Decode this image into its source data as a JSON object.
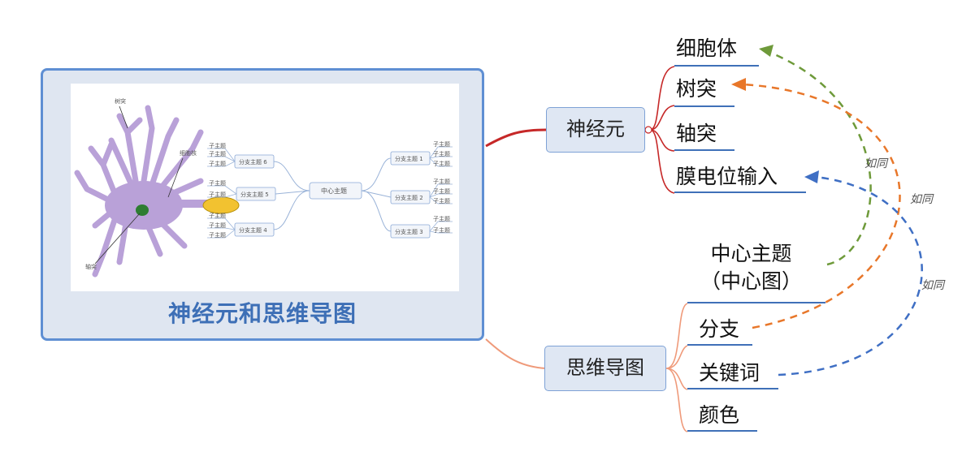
{
  "diagram": {
    "central": {
      "title": "神经元和思维导图",
      "neuron_labels": [
        "树突",
        "细胞核",
        "轴突"
      ],
      "mindmap_center": "中心主题",
      "mindmap_branches": [
        "分支主题 1",
        "分支主题 2",
        "分支主题 3",
        "分支主题 4",
        "分支主题 5",
        "分支主题 6"
      ],
      "mindmap_sub": "子主题"
    },
    "topics": {
      "neuron": "神经元",
      "mindmap": "思维导图"
    },
    "neuron_leaves": [
      "细胞体",
      "树突",
      "轴突",
      "膜电位输入"
    ],
    "mindmap_leaves": [
      "中心主题\n（中心图）",
      "分支",
      "关键词",
      "颜色"
    ],
    "relations": [
      {
        "from": "中心主题（中心图）",
        "to": "细胞体",
        "label": "如同",
        "color": "#6e9a3a"
      },
      {
        "from": "分支",
        "to": "树突",
        "label": "如同",
        "color": "#e8772a"
      },
      {
        "from": "关键词",
        "to": "膜电位输入",
        "label": "如同",
        "color": "#3f6fc4"
      }
    ],
    "colors": {
      "accent": "#5f8fd3",
      "title": "#3d6fb6",
      "neuron_body": "#b9a1d8",
      "nucleus": "#2e7d32",
      "axon_terminal": "#f2c230",
      "branch_to_neuron": "#c62828",
      "branch_to_mindmap": "#ef9a7a"
    }
  }
}
